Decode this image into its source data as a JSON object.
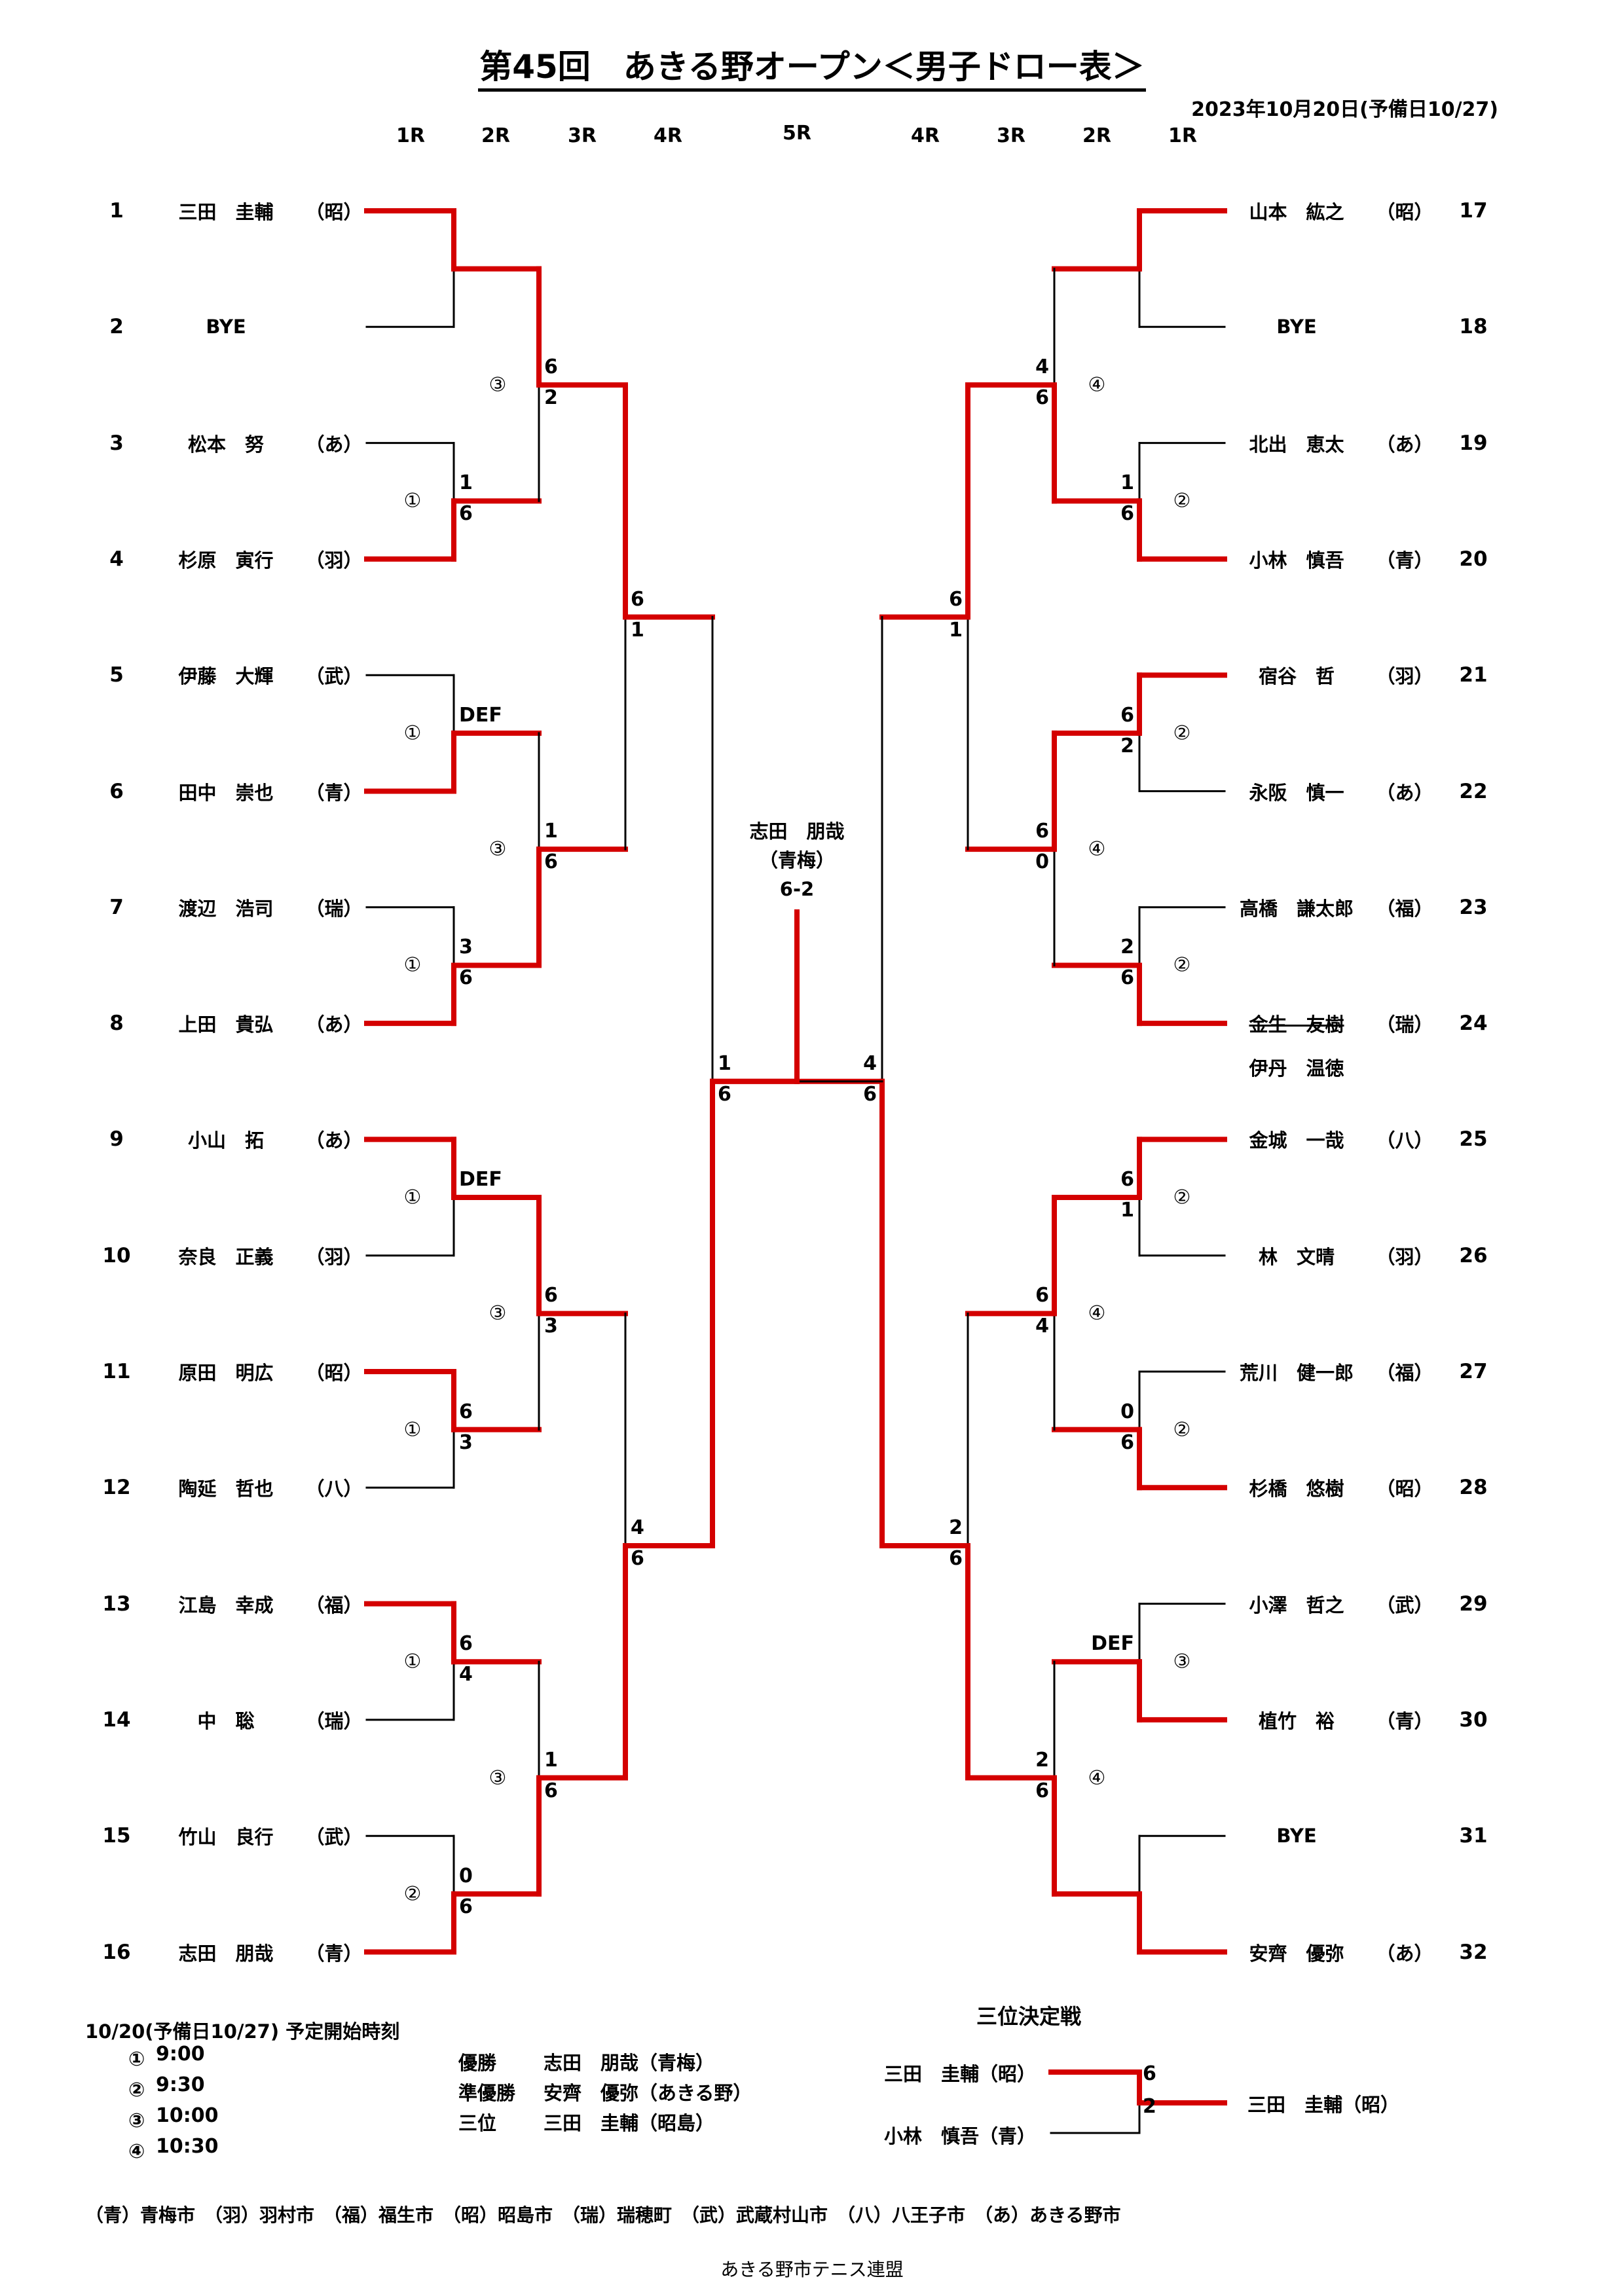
{
  "title": "第45回　あきる野オープン＜男子ドロー表＞",
  "date": "2023年10月20日(予備日10/27)",
  "rounds_left": [
    "1R",
    "2R",
    "3R",
    "4R"
  ],
  "round_final": "5R",
  "rounds_right": [
    "4R",
    "3R",
    "2R",
    "1R"
  ],
  "colors": {
    "winner_line": "#d40000",
    "line": "#000000"
  },
  "players": [
    {
      "seed": "1",
      "name": "三田　圭輔",
      "club": "（昭）"
    },
    {
      "seed": "2",
      "name": "BYE",
      "club": ""
    },
    {
      "seed": "3",
      "name": "松本　努",
      "club": "（あ）"
    },
    {
      "seed": "4",
      "name": "杉原　寅行",
      "club": "（羽）"
    },
    {
      "seed": "5",
      "name": "伊藤　大輝",
      "club": "（武）"
    },
    {
      "seed": "6",
      "name": "田中　崇也",
      "club": "（青）"
    },
    {
      "seed": "7",
      "name": "渡辺　浩司",
      "club": "（瑞）"
    },
    {
      "seed": "8",
      "name": "上田　貴弘",
      "club": "（あ）"
    },
    {
      "seed": "9",
      "name": "小山　拓",
      "club": "（あ）"
    },
    {
      "seed": "10",
      "name": "奈良　正義",
      "club": "（羽）"
    },
    {
      "seed": "11",
      "name": "原田　明広",
      "club": "（昭）"
    },
    {
      "seed": "12",
      "name": "陶延　哲也",
      "club": "（八）"
    },
    {
      "seed": "13",
      "name": "江島　幸成",
      "club": "（福）"
    },
    {
      "seed": "14",
      "name": "中　聡",
      "club": "（瑞）"
    },
    {
      "seed": "15",
      "name": "竹山　良行",
      "club": "（武）"
    },
    {
      "seed": "16",
      "name": "志田　朋哉",
      "club": "（青）"
    },
    {
      "seed": "17",
      "name": "山本　紘之",
      "club": "（昭）"
    },
    {
      "seed": "18",
      "name": "BYE",
      "club": ""
    },
    {
      "seed": "19",
      "name": "北出　恵太",
      "club": "（あ）"
    },
    {
      "seed": "20",
      "name": "小林　慎吾",
      "club": "（青）"
    },
    {
      "seed": "21",
      "name": "宿谷　哲",
      "club": "（羽）"
    },
    {
      "seed": "22",
      "name": "永阪　慎一",
      "club": "（あ）"
    },
    {
      "seed": "23",
      "name": "高橋　謙太郎",
      "club": "（福）"
    },
    {
      "seed": "24",
      "name": "金生　友樹",
      "club": "（瑞）",
      "struck": true,
      "replacement": "伊丹　温徳"
    },
    {
      "seed": "25",
      "name": "金城　一哉",
      "club": "（八）"
    },
    {
      "seed": "26",
      "name": "林　文晴",
      "club": "（羽）"
    },
    {
      "seed": "27",
      "name": "荒川　健一郎",
      "club": "（福）"
    },
    {
      "seed": "28",
      "name": "杉橋　悠樹",
      "club": "（昭）"
    },
    {
      "seed": "29",
      "name": "小澤　哲之",
      "club": "（武）"
    },
    {
      "seed": "30",
      "name": "植竹　裕",
      "club": "（青）"
    },
    {
      "seed": "31",
      "name": "BYE",
      "club": ""
    },
    {
      "seed": "32",
      "name": "安齊　優弥",
      "club": "（あ）"
    }
  ],
  "matches": {
    "left_r1": [
      {
        "winner": "top",
        "scores": [
          "",
          ""
        ],
        "slot": ""
      },
      {
        "winner": "bottom",
        "scores": [
          "1",
          "6"
        ],
        "slot": "①"
      },
      {
        "winner": "bottom",
        "scores": [
          "DEF",
          ""
        ],
        "slot": "①"
      },
      {
        "winner": "bottom",
        "scores": [
          "3",
          "6"
        ],
        "slot": "①"
      },
      {
        "winner": "top",
        "scores": [
          "DEF",
          ""
        ],
        "slot": "①"
      },
      {
        "winner": "top",
        "scores": [
          "6",
          "3"
        ],
        "slot": "①"
      },
      {
        "winner": "top",
        "scores": [
          "6",
          "4"
        ],
        "slot": "①"
      },
      {
        "winner": "bottom",
        "scores": [
          "0",
          "6"
        ],
        "slot": "②"
      }
    ],
    "left_r2": [
      {
        "winner": "top",
        "scores": [
          "6",
          "2"
        ],
        "slot": "③"
      },
      {
        "winner": "bottom",
        "scores": [
          "1",
          "6"
        ],
        "slot": "③"
      },
      {
        "winner": "top",
        "scores": [
          "6",
          "3"
        ],
        "slot": "③"
      },
      {
        "winner": "bottom",
        "scores": [
          "1",
          "6"
        ],
        "slot": "③"
      }
    ],
    "left_r3": [
      {
        "winner": "top",
        "scores": [
          "6",
          "1"
        ]
      },
      {
        "winner": "bottom",
        "scores": [
          "4",
          "6"
        ]
      }
    ],
    "left_r4": [
      {
        "winner": "bottom",
        "scores": [
          "1",
          "6"
        ]
      }
    ],
    "right_r1": [
      {
        "winner": "top",
        "scores": [
          "",
          ""
        ],
        "slot": ""
      },
      {
        "winner": "bottom",
        "scores": [
          "1",
          "6"
        ],
        "slot": "②"
      },
      {
        "winner": "top",
        "scores": [
          "6",
          "2"
        ],
        "slot": "②"
      },
      {
        "winner": "bottom",
        "scores": [
          "2",
          "6"
        ],
        "slot": "②"
      },
      {
        "winner": "top",
        "scores": [
          "6",
          "1"
        ],
        "slot": "②"
      },
      {
        "winner": "bottom",
        "scores": [
          "0",
          "6"
        ],
        "slot": "②"
      },
      {
        "winner": "bottom",
        "scores": [
          "DEF",
          ""
        ],
        "slot": "③"
      },
      {
        "winner": "bottom",
        "scores": [
          "",
          ""
        ],
        "slot": ""
      }
    ],
    "right_r2": [
      {
        "winner": "bottom",
        "scores": [
          "4",
          "6"
        ],
        "slot": "④"
      },
      {
        "winner": "top",
        "scores": [
          "6",
          "0"
        ],
        "slot": "④"
      },
      {
        "winner": "top",
        "scores": [
          "6",
          "4"
        ],
        "slot": "④"
      },
      {
        "winner": "bottom",
        "scores": [
          "2",
          "6"
        ],
        "slot": "④"
      }
    ],
    "right_r3": [
      {
        "winner": "top",
        "scores": [
          "6",
          "1"
        ]
      },
      {
        "winner": "bottom",
        "scores": [
          "2",
          "6"
        ]
      }
    ],
    "right_r4": [
      {
        "winner": "bottom",
        "scores": [
          "4",
          "6"
        ]
      }
    ]
  },
  "final": {
    "champion": "志田　朋哉",
    "club": "（青梅）",
    "score": "6-2"
  },
  "schedule": {
    "header": "10/20(予備日10/27)  予定開始時刻",
    "slots": [
      {
        "mark": "①",
        "time": "9:00"
      },
      {
        "mark": "②",
        "time": "9:30"
      },
      {
        "mark": "③",
        "time": "10:00"
      },
      {
        "mark": "④",
        "time": "10:30"
      }
    ]
  },
  "results": [
    {
      "label": "優勝",
      "value": "志田　朋哉（青梅）"
    },
    {
      "label": "準優勝",
      "value": "安齊　優弥（あきる野）"
    },
    {
      "label": "三位",
      "value": "三田　圭輔（昭島）"
    }
  ],
  "third_place": {
    "title": "三位決定戦",
    "top": "三田　圭輔（昭）",
    "bottom": "小林　慎吾（青）",
    "scores": [
      "6",
      "2"
    ],
    "winner": "三田　圭輔（昭）"
  },
  "legend": "（青）青梅市　（羽）羽村市　（福）福生市　（昭）昭島市　（瑞）瑞穂町　（武）武蔵村山市　（八）八王子市　（あ）あきる野市",
  "footer": "あきる野市テニス連盟"
}
